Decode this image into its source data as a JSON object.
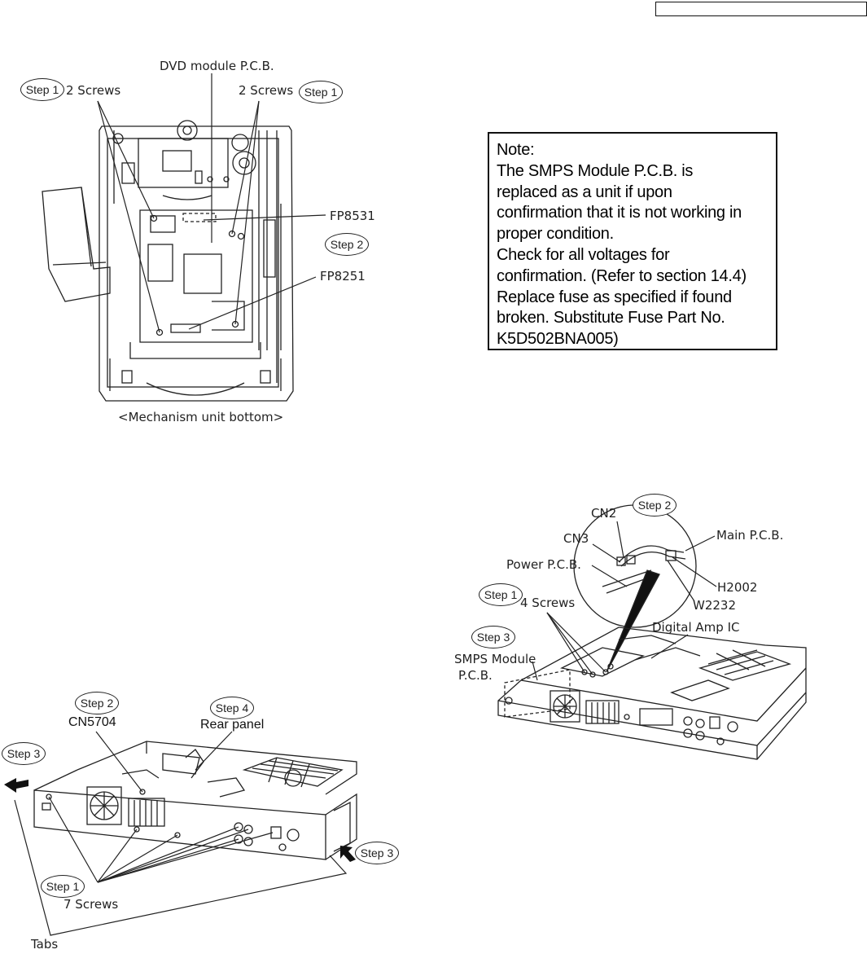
{
  "fig1": {
    "title": "DVD module P.C.B.",
    "step1_left": "Step 1",
    "screws_left": "2 Screws",
    "screws_right": "2 Screws",
    "step1_right": "Step 1",
    "fp8531": "FP8531",
    "step2": "Step 2",
    "fp8251": "FP8251",
    "caption": "<Mechanism unit bottom>"
  },
  "note": {
    "lines": [
      "Note:",
      "The SMPS Module P.C.B. is",
      "replaced as a unit if upon",
      "confirmation that it is not working in",
      "proper condition.",
      "Check for all voltages for",
      "confirmation. (Refer to section 14.4)",
      "Replace fuse as specified if found",
      "broken. Substitute Fuse Part No.",
      "K5D502BNA005)"
    ]
  },
  "fig2": {
    "step2": "Step 2",
    "cn2": "CN2",
    "cn3": "CN3",
    "main_pcb": "Main P.C.B.",
    "power_pcb": "Power P.C.B.",
    "h2002": "H2002",
    "step1": "Step 1",
    "screws": "4 Screws",
    "w2232": "W2232",
    "step3": "Step 3",
    "digital_amp": "Digital Amp IC",
    "smps_line1": "SMPS Module",
    "smps_line2": "P.C.B."
  },
  "fig3": {
    "step2": "Step 2",
    "step4": "Step 4",
    "cn5704": "CN5704",
    "rear_panel": "Rear panel",
    "step3_left": "Step 3",
    "step3_right": "Step 3",
    "step1": "Step 1",
    "screws": "7 Screws",
    "tabs": "Tabs"
  }
}
